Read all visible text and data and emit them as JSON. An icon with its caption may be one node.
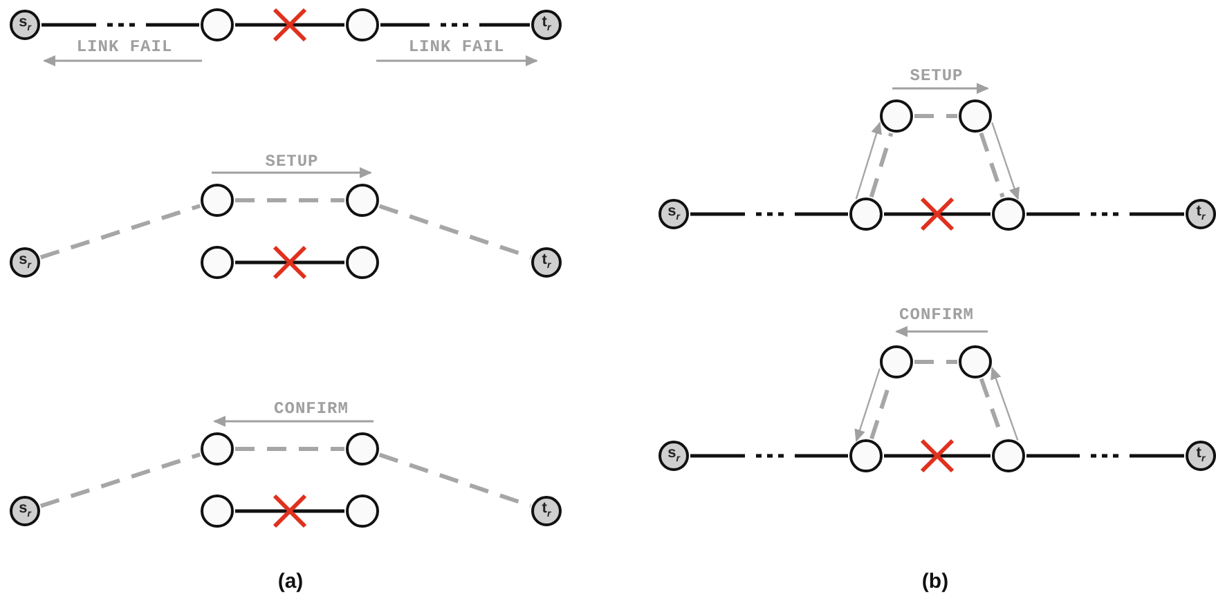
{
  "diagram": {
    "nodes": [
      {
        "text": [
          "s$_{r}$"
        ]
      },
      {
        "text": [],
        "shape": "circle"
      },
      {
        "text": [],
        "shape": "circle"
      },
      {
        "text": [
          "t$_{r}$"
        ]
      },
      {
        "text": [
          "s$_{r}$"
        ]
      },
      {
        "text": [],
        "shape": "circle"
      },
      {
        "text": [],
        "shape": "circle"
      },
      {
        "text": [],
        "shape": "circle"
      },
      {
        "text": [],
        "shape": "circle"
      },
      {
        "text": [
          "t$_{r}$"
        ]
      },
      {
        "text": [
          "s$_{r}$"
        ]
      },
      {
        "text": [],
        "shape": "circle"
      },
      {
        "text": [],
        "shape": "circle"
      },
      {
        "text": [],
        "shape": "circle"
      },
      {
        "text": [],
        "shape": "circle"
      },
      {
        "text": [
          "t$_{r}$"
        ]
      },
      {
        "text": [],
        "shape": "circle"
      },
      {
        "text": [],
        "shape": "circle"
      },
      {
        "text": [
          "s$_{r}$"
        ]
      },
      {
        "text": [],
        "shape": "circle"
      },
      {
        "text": [],
        "shape": "circle"
      },
      {
        "text": [
          "t$_{r}$"
        ]
      },
      {
        "text": [],
        "shape": "circle"
      },
      {
        "text": [],
        "shape": "circle"
      },
      {
        "text": [
          "s$_{r}$"
        ]
      },
      {
        "text": [],
        "shape": "circle"
      },
      {
        "text": [],
        "shape": "circle"
      },
      {
        "text": [
          "t$_{r}$"
        ]
      }
    ],
    "edges": [
      {
        "from": 0,
        "to": 1,
        "arrow": "none",
        "color": "#111111"
      },
      {
        "from": 1,
        "to": 2,
        "arrow": "none",
        "color": "#111111"
      },
      {
        "from": 2,
        "to": 3,
        "arrow": "none",
        "color": "#111111"
      },
      {
        "from": 4,
        "to": 5,
        "arrow": "none",
        "style": "dashed",
        "color": "#a6a6a6"
      },
      {
        "from": 5,
        "to": 6,
        "arrow": "none",
        "style": "dashed",
        "color": "#a6a6a6"
      },
      {
        "from": 6,
        "to": 9,
        "arrow": "none",
        "style": "dashed",
        "color": "#a6a6a6"
      },
      {
        "from": 7,
        "to": 8,
        "arrow": "none",
        "color": "#111111"
      },
      {
        "from": 10,
        "to": 11,
        "arrow": "none",
        "style": "dashed",
        "color": "#a6a6a6"
      },
      {
        "from": 11,
        "to": 12,
        "arrow": "none",
        "style": "dashed",
        "color": "#a6a6a6"
      },
      {
        "from": 12,
        "to": 15,
        "arrow": "none",
        "style": "dashed",
        "color": "#a6a6a6"
      },
      {
        "from": 13,
        "to": 14,
        "arrow": "none",
        "color": "#111111"
      },
      {
        "from": 18,
        "to": 19,
        "arrow": "none",
        "color": "#111111"
      },
      {
        "from": 19,
        "to": 20,
        "arrow": "none",
        "color": "#111111"
      },
      {
        "from": 20,
        "to": 21,
        "arrow": "none",
        "color": "#111111"
      },
      {
        "from": 19,
        "to": 16,
        "arrow": "none",
        "style": "dashed",
        "color": "#a6a6a6"
      },
      {
        "from": 16,
        "to": 17,
        "arrow": "none",
        "style": "dashed",
        "color": "#a6a6a6"
      },
      {
        "from": 17,
        "to": 20,
        "arrow": "none",
        "style": "dashed",
        "color": "#a6a6a6"
      },
      {
        "from": 24,
        "to": 25,
        "arrow": "none",
        "color": "#111111"
      },
      {
        "from": 25,
        "to": 26,
        "arrow": "none",
        "color": "#111111"
      },
      {
        "from": 26,
        "to": 27,
        "arrow": "none",
        "color": "#111111"
      },
      {
        "from": 25,
        "to": 22,
        "arrow": "none",
        "style": "dashed",
        "color": "#a6a6a6"
      },
      {
        "from": 22,
        "to": 23,
        "arrow": "none",
        "style": "dashed",
        "color": "#a6a6a6"
      },
      {
        "from": 23,
        "to": 26,
        "arrow": "none",
        "style": "dashed",
        "color": "#a6a6a6"
      },
      {
        "from": 19,
        "to": 16,
        "arrow": "to",
        "color": "#a6a6a6"
      },
      {
        "from": 17,
        "to": 20,
        "arrow": "to",
        "color": "#a6a6a6"
      },
      {
        "from": 22,
        "to": 25,
        "arrow": "to",
        "color": "#a6a6a6"
      },
      {
        "from": 26,
        "to": 23,
        "arrow": "to",
        "color": "#a6a6a6"
      }
    ],
    "labels": [
      "LINK FAIL",
      "LINK FAIL",
      "SETUP",
      "CONFIRM",
      "SETUP",
      "CONFIRM",
      "(a)",
      "(b)"
    ]
  }
}
